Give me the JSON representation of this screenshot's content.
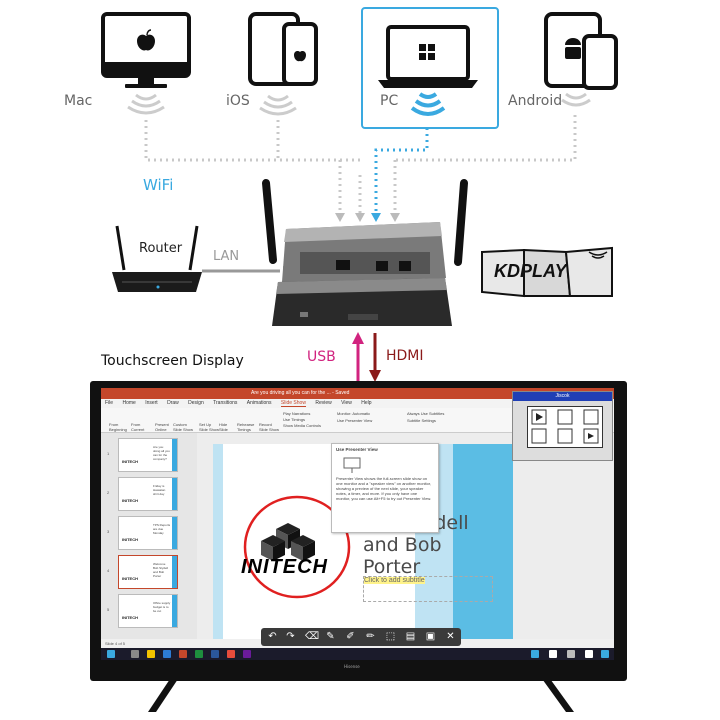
{
  "devices": {
    "mac_label": "Mac",
    "ios_label": "iOS",
    "pc_label": "PC",
    "android_label": "Android"
  },
  "labels": {
    "wifi": "WiFi",
    "router": "Router",
    "lan": "LAN",
    "usb": "USB",
    "hdmi": "HDMI",
    "touchscreen": "Touchscreen Display",
    "kdplay": "KDPLAY"
  },
  "colors": {
    "highlight": "#3aa9e0",
    "wifi_text": "#3aa9e0",
    "usb": "#d1237f",
    "hdmi": "#8b1a1a",
    "dotted_line": "#c8c8c8"
  },
  "screen": {
    "window_title": "Are you driving all you can for the ... - Saved",
    "tabs": [
      "File",
      "Home",
      "Insert",
      "Draw",
      "Design",
      "Transitions",
      "Animations",
      "Slide Show",
      "Review",
      "View",
      "Help"
    ],
    "active_tab": "Slide Show",
    "ribbon_items": [
      "From Beginning",
      "From Current Slide",
      "Present Online",
      "Custom Slide Show",
      "Set Up Slide Show",
      "Hide Slide",
      "Rehearse Timings",
      "Record Slide Show",
      "Play Narrations",
      "Use Timings",
      "Show Media Controls",
      "Monitor: Automatic",
      "Use Presenter View",
      "Always Use Subtitles",
      "Subtitle Settings"
    ],
    "tooltip_title": "Use Presenter View",
    "tooltip_body": "Presenter View shows the full-screen slide show on one monitor and a \"speaker view\" on another monitor, showing a preview of the next slide, your speaker notes, a timer, and more. If you only have one monitor, you can use Alt+F5 to try out Presenter View.",
    "slide_title_lines": [
      "Bob Slydell",
      "and Bob",
      "Porter"
    ],
    "slide_title_partial": "e",
    "subtitle_placeholder": "Click to add subtitle",
    "initech": "INITECH",
    "thumbnails": [
      {
        "num": "1",
        "text": "Are you doing all you can for the company?"
      },
      {
        "num": "2",
        "text": "Friday is Hawaiian shirt day"
      },
      {
        "num": "3",
        "text": "TPS Reports are due Monday"
      },
      {
        "num": "4",
        "text": "Welcome Bob Slydell and Bob Porter"
      },
      {
        "num": "5",
        "text": "Office supply budget is to be cut"
      }
    ],
    "jiscok_title": "Jiscok",
    "status_text": "Slide 4 of 5",
    "brand": "Hisense"
  }
}
